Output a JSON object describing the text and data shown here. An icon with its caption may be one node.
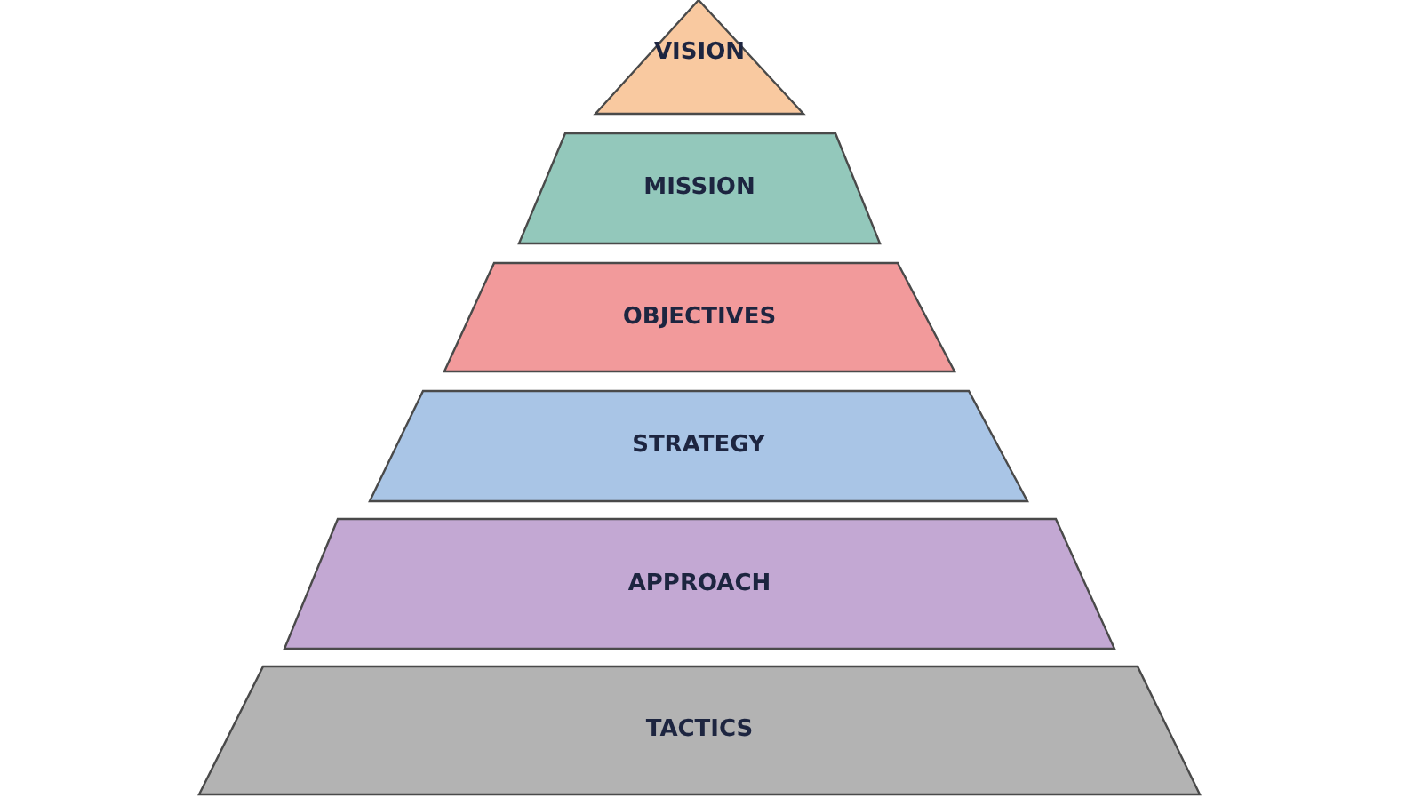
{
  "diagram": {
    "nodes": [
      {
        "text": [
          "VISION"
        ]
      },
      {
        "text": [
          "MISSION"
        ]
      },
      {
        "text": [
          "OBJECTIVES"
        ]
      },
      {
        "text": [
          "STRATEGY"
        ]
      },
      {
        "text": [
          "APPROACH"
        ]
      },
      {
        "text": [
          "TACTICS"
        ]
      }
    ]
  }
}
